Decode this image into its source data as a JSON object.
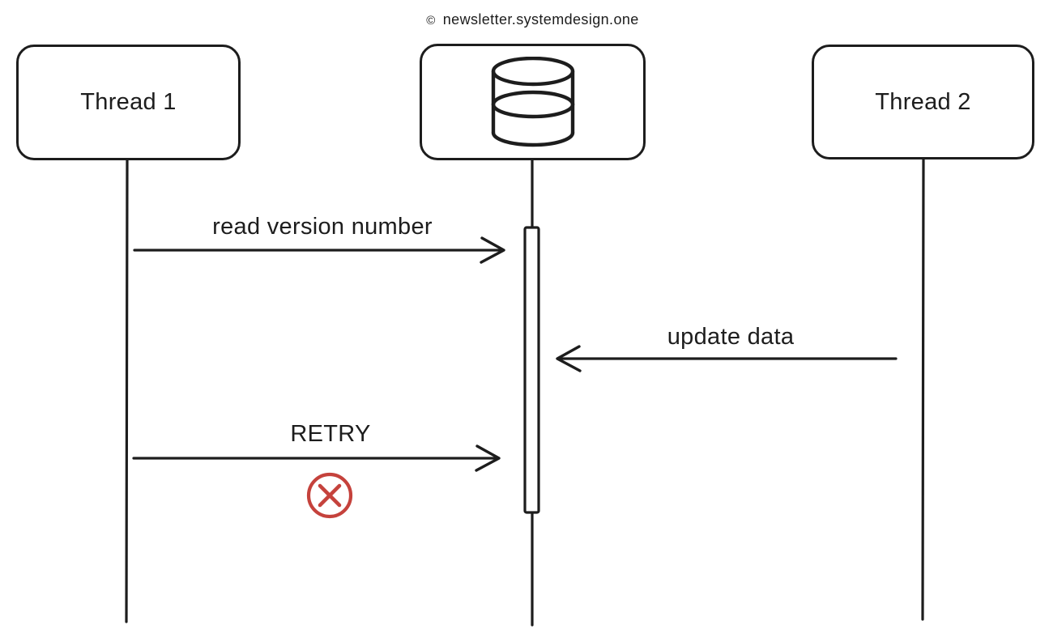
{
  "watermark": {
    "symbol": "©",
    "text": "newsletter.systemdesign.one"
  },
  "actors": [
    {
      "id": "thread-1",
      "label": "Thread 1",
      "type": "thread"
    },
    {
      "id": "database",
      "label": "",
      "type": "database",
      "icon": "database-icon"
    },
    {
      "id": "thread-2",
      "label": "Thread 2",
      "type": "thread"
    }
  ],
  "messages": [
    {
      "label": "read version number",
      "from": "thread-1",
      "to": "database",
      "direction": "right"
    },
    {
      "label": "update data",
      "from": "thread-2",
      "to": "database",
      "direction": "left"
    },
    {
      "label": "RETRY",
      "from": "thread-1",
      "to": "database",
      "direction": "right"
    }
  ],
  "failure_marker": {
    "icon": "circle-x-icon",
    "color": "#c5423c"
  },
  "colors": {
    "ink": "#1d1d1d",
    "error": "#c5423c",
    "background": "#ffffff"
  }
}
